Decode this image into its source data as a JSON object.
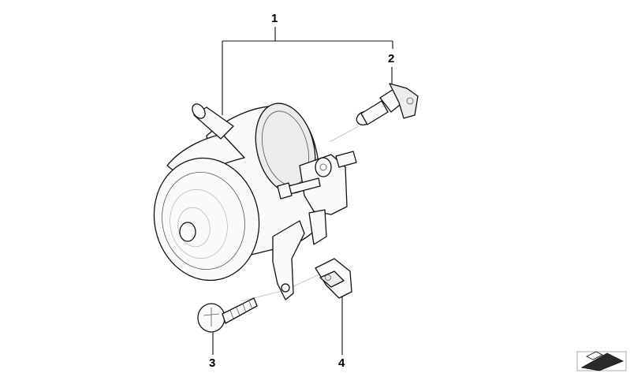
{
  "callouts": {
    "c1": "1",
    "c2": "2",
    "c3": "3",
    "c4": "4"
  },
  "parts": [
    {
      "id": "1",
      "icon": "fog-light-assembly-icon"
    },
    {
      "id": "2",
      "icon": "bulb-socket-icon"
    },
    {
      "id": "3",
      "icon": "screw-icon"
    },
    {
      "id": "4",
      "icon": "clip-nut-icon"
    }
  ],
  "colors": {
    "line": "#111111",
    "fill": "#fafafa",
    "shade": "#ececec"
  }
}
